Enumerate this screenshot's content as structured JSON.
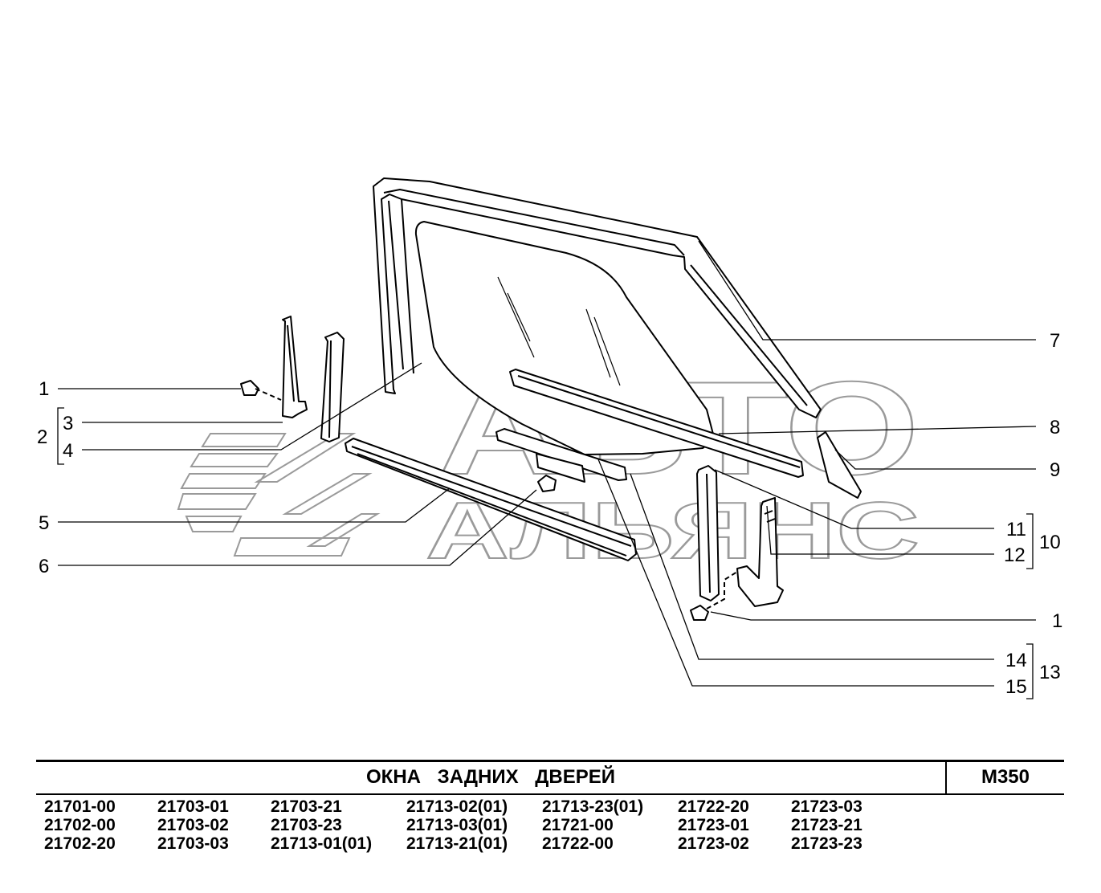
{
  "diagram": {
    "watermark_line1": "АВТО",
    "watermark_line2": "АЛЬЯНС",
    "callouts_left": [
      "1",
      "2",
      "3",
      "4",
      "5",
      "6"
    ],
    "callouts_right": [
      "7",
      "8",
      "9",
      "11",
      "10",
      "12",
      "1",
      "14",
      "13",
      "15"
    ]
  },
  "footer": {
    "title": "ОКНА ЗАДНИХ ДВЕРЕЙ",
    "code": "М350",
    "models": [
      [
        "21701-00",
        "21702-00",
        "21702-20"
      ],
      [
        "21703-01",
        "21703-02",
        "21703-03"
      ],
      [
        "21703-21",
        "21703-23",
        "21713-01(01)"
      ],
      [
        "21713-02(01)",
        "21713-03(01)",
        "21713-21(01)"
      ],
      [
        "21713-23(01)",
        "21721-00",
        "21722-00"
      ],
      [
        "21722-20",
        "21723-01",
        "21723-02"
      ],
      [
        "21723-03",
        "21723-21",
        "21723-23"
      ]
    ]
  }
}
